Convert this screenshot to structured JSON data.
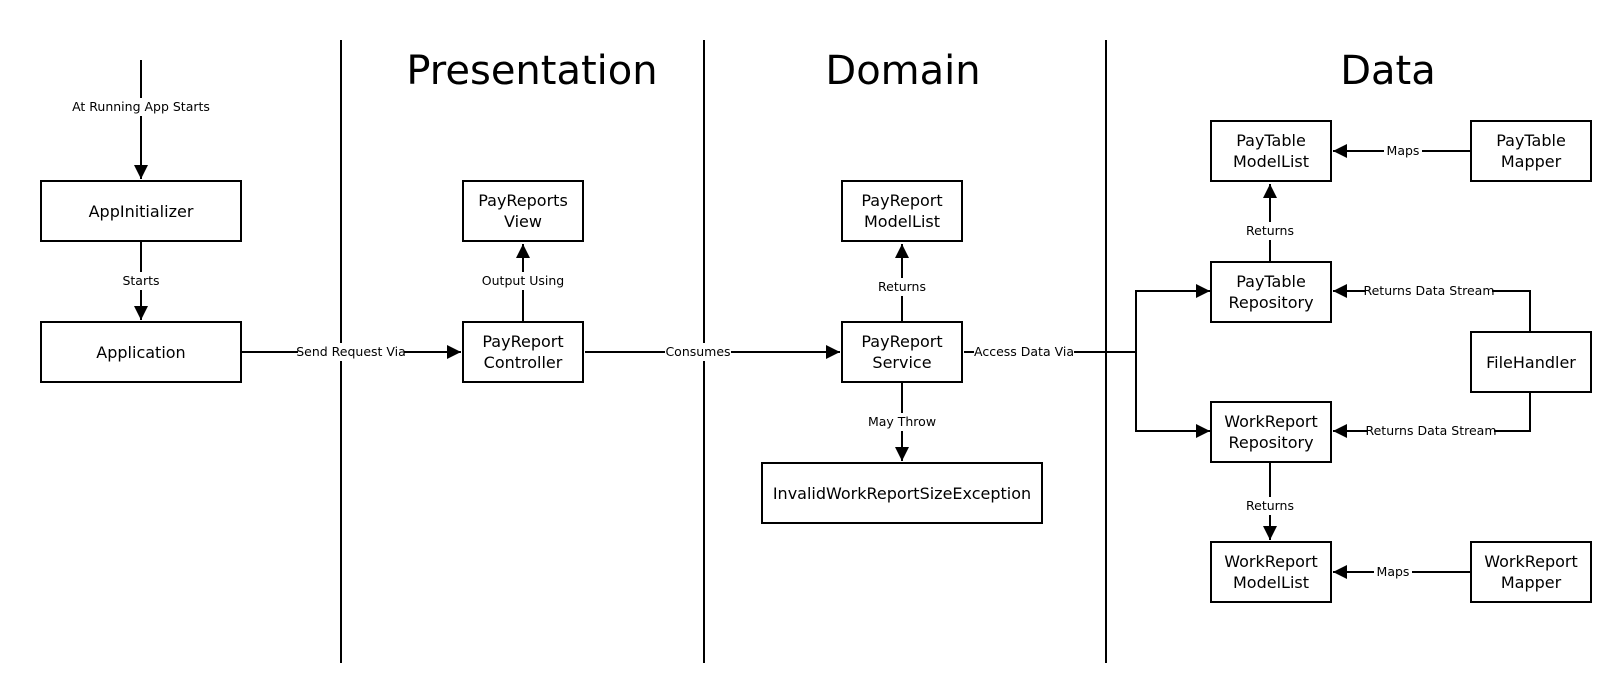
{
  "layers": {
    "presentation": "Presentation",
    "domain": "Domain",
    "data": "Data"
  },
  "nodes": {
    "app_initializer": [
      "AppInitializer"
    ],
    "application": [
      "Application"
    ],
    "pay_reports_view": [
      "PayReports",
      "View"
    ],
    "pay_report_controller": [
      "PayReport",
      "Controller"
    ],
    "pay_report_model_list": [
      "PayReport",
      "ModelList"
    ],
    "pay_report_service": [
      "PayReport",
      "Service"
    ],
    "invalid_work_report_size_exception": [
      "InvalidWorkReportSizeException"
    ],
    "pay_table_model_list": [
      "PayTable",
      "ModelList"
    ],
    "pay_table_mapper": [
      "PayTable",
      "Mapper"
    ],
    "pay_table_repository": [
      "PayTable",
      "Repository"
    ],
    "file_handler": [
      "FileHandler"
    ],
    "work_report_repository": [
      "WorkReport",
      "Repository"
    ],
    "work_report_model_list": [
      "WorkReport",
      "ModelList"
    ],
    "work_report_mapper": [
      "WorkReport",
      "Mapper"
    ]
  },
  "edges": {
    "start_to_app_initializer": "At Running App Starts",
    "app_initializer_to_application": "Starts",
    "application_to_controller": "Send Request Via",
    "controller_to_view": "Output Using",
    "controller_to_service": "Consumes",
    "service_to_model_list": "Returns",
    "service_to_exception": "May Throw",
    "service_to_repositories": "Access Data Via",
    "pay_table_repository_to_model_list": "Returns",
    "pay_table_mapper_to_model_list": "Maps",
    "file_handler_to_pay_table_repository": "Returns Data Stream",
    "file_handler_to_work_report_repository": "Returns Data Stream",
    "work_report_repository_to_model_list": "Returns",
    "work_report_mapper_to_model_list": "Maps"
  }
}
